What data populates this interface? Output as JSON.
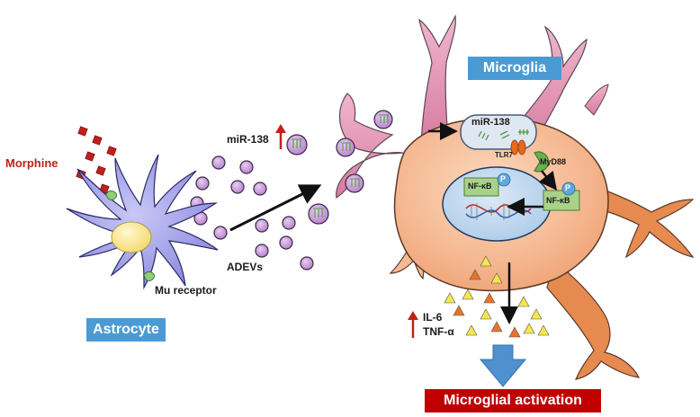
{
  "labels": {
    "microglia": "Microglia",
    "astrocyte": "Astrocyte",
    "morphine": "Morphine",
    "mir138_extracellular": "miR-138",
    "adevs": "ADEVs",
    "mu_receptor": "Mu receptor",
    "mir138_endosome": "miR-138",
    "tlr7": "TLR7",
    "myd88": "MyD88",
    "nfkb_cytoplasm": "NF-κB",
    "nfkb_nucleus": "NF-κB",
    "phospho_1": "P",
    "phospho_2": "P",
    "cytokine_il6": "IL-6",
    "cytokine_tnf": "TNF-α",
    "outcome": "Microglial activation"
  },
  "colors": {
    "microglia_badge": "#4a9ad4",
    "astrocyte_badge": "#4a9ad4",
    "outcome_badge": "#c00000",
    "morphine": "#c0211b",
    "up_arrow": "#c0211b",
    "microglia_body": "#f5b993",
    "nucleus": "#bcd6ee",
    "vesicle": "#c89bd6",
    "astrocyte_body": "#a7a5ea",
    "astrocyte_nucleus": "#fbe99a",
    "process_pink": "#e59bb9",
    "process_orange": "#e78a4f",
    "nfkb_box": "#a8d28a",
    "myd88": "#6ab04c",
    "tlr7": "#e86a1e",
    "triangle_yellow": "#f5e64b",
    "triangle_orange": "#e8732a",
    "down_arrow": "#4f90cf"
  }
}
